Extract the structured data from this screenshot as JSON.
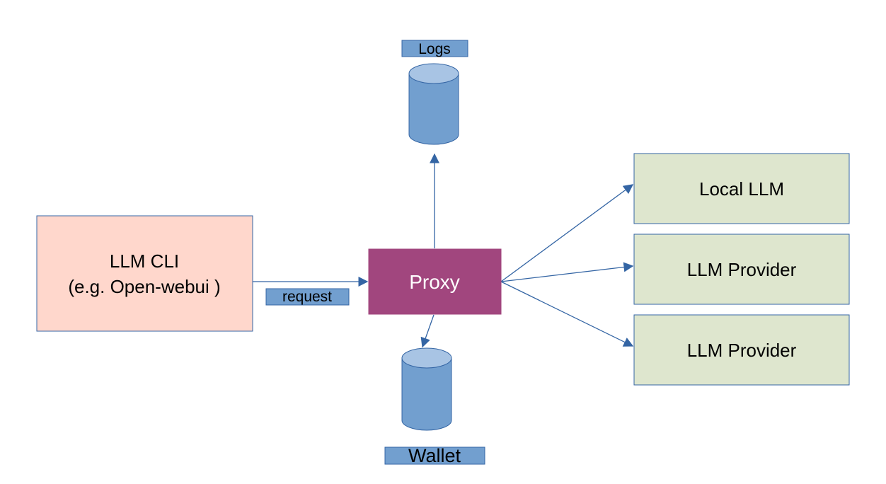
{
  "nodes": {
    "client": {
      "line1": "LLM CLI",
      "line2": "(e.g. Open-webui )"
    },
    "proxy": {
      "label": "Proxy"
    },
    "local_llm": {
      "label": "Local LLM"
    },
    "provider_1": {
      "label": "LLM Provider"
    },
    "provider_2": {
      "label": "LLM Provider"
    },
    "logs": {
      "label": "Logs"
    },
    "wallet": {
      "label": "Wallet"
    }
  },
  "edges": {
    "request": {
      "label": "request"
    }
  },
  "colors": {
    "client_fill": "#ffd7cc",
    "client_stroke": "#3465a4",
    "proxy_fill": "#a1467e",
    "proxy_text": "#ffffff",
    "target_fill": "#dee6ce",
    "target_stroke": "#3465a4",
    "cylinder_body": "#729fcf",
    "cylinder_top": "#a8c4e4",
    "cylinder_stroke": "#3465a4",
    "tag_fill": "#729fcf",
    "arrow": "#3465a4"
  }
}
